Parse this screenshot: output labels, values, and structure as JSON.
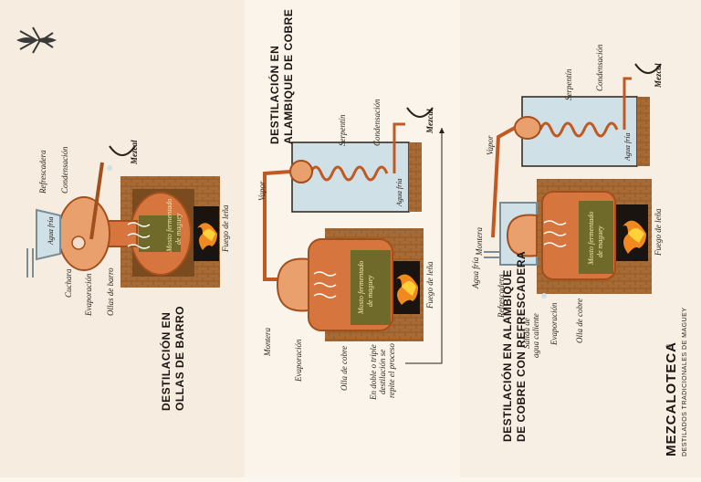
{
  "brand": {
    "name": "MEZCALOTECA",
    "mark": "®",
    "tagline": "DESTILADOS TRADICIONALES DE MAGUEY"
  },
  "colors": {
    "background": "#fbf6ee",
    "panel_tint": "#f4e9dc",
    "brick": "#a86a35",
    "brick_dark": "#7e4d22",
    "copper": "#d6753d",
    "copper_light": "#eaa06d",
    "mash": "#6f6a2a",
    "water": "#cfe0e6",
    "fire_dark": "#1a1410",
    "fire": "#f08a1e",
    "fire_light": "#ffd23a",
    "ink": "#2a2118"
  },
  "logo": {
    "icon": "agave-plant-icon"
  },
  "panels": [
    {
      "title": [
        "DESTILACIÓN EN",
        "OLLAS DE BARRO"
      ],
      "labels": {
        "refrescadera": "Refrescadera",
        "condensacion": "Condensación",
        "agua_fria": "Agua fría",
        "cuchara": "Cuchara",
        "evaporacion": "Evaporación",
        "ollas_de_barro": "Ollas de barro",
        "mosto": [
          "Mosto fermentado",
          "de maguey"
        ],
        "fuego": "Fuego de leña",
        "mezcal": "Mezcal"
      }
    },
    {
      "title": [
        "DESTILACIÓN EN",
        "ALAMBIQUE DE COBRE"
      ],
      "labels": {
        "serpentin": "Serpentín",
        "condensacion": "Condensación",
        "mezcal": "Mezcal",
        "vapor": "Vapor",
        "agua_fria": "Agua fría",
        "mosto": [
          "Mosto fermentado",
          "de maguey"
        ],
        "fuego": "Fuego de leña",
        "montera": "Montera",
        "evaporacion": "Evaporación",
        "olla_de_cobre": "Olla de cobre",
        "note": [
          "En doble o triple",
          "destilación se",
          "repite el proceso"
        ]
      }
    },
    {
      "title": [
        "DESTILACIÓN EN ALAMBIQUE",
        "DE COBRE CON REFRESCADERA"
      ],
      "labels": {
        "serpentin": "Serpentín",
        "condensacion": "Condensación",
        "mezcal": "Mezcal",
        "vapor": "Vapor",
        "agua_fria_top": "Agua fría",
        "montera": "Montera",
        "agua_fria_side": "Agua fría",
        "refrescadera": "Refrescadera",
        "salida": [
          "Salida de",
          "agua caliente"
        ],
        "evaporacion": "Evaporación",
        "olla_de_cobre": "Olla de cobre",
        "mosto": [
          "Mosto fermentado",
          "de maguey"
        ],
        "fuego": "Fuego de leña"
      }
    }
  ]
}
